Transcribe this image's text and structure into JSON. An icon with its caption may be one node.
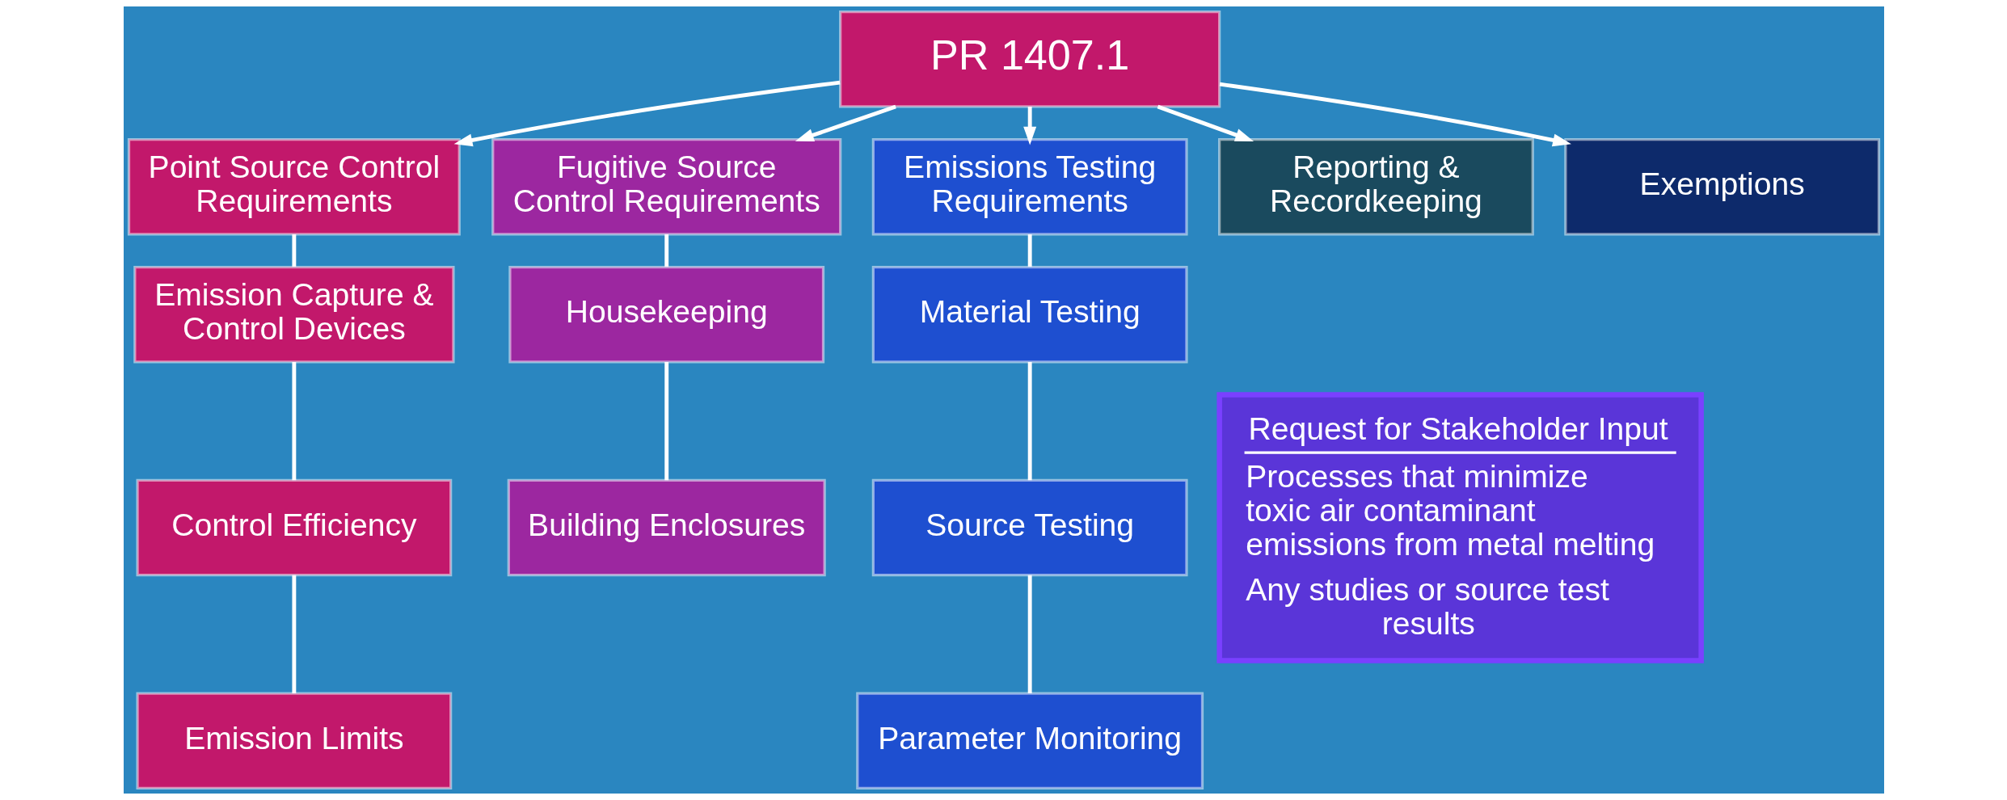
{
  "diagram": {
    "nodes": [
      {
        "text": [
          "PR 1407.1"
        ]
      },
      {
        "text": [
          "Point Source Control Requirements"
        ]
      },
      {
        "text": [
          "Fugitive Source Control Requirements"
        ]
      },
      {
        "text": [
          "Emissions Testing Requirements"
        ]
      },
      {
        "text": [
          "Reporting & Recordkeeping"
        ]
      },
      {
        "text": [
          "Exemptions"
        ]
      },
      {
        "text": [
          "Emission Capture & Control Devices"
        ]
      },
      {
        "text": [
          "Control Efficiency"
        ]
      },
      {
        "text": [
          "Emission Limits"
        ]
      },
      {
        "text": [
          "Housekeeping"
        ]
      },
      {
        "text": [
          "Building Enclosures"
        ]
      },
      {
        "text": [
          "Material Testing"
        ]
      },
      {
        "text": [
          "Source Testing"
        ]
      },
      {
        "text": [
          "Parameter Monitoring"
        ]
      },
      {
        "text": [
          "Request for Stakeholder Input",
          "Processes that minimize toxic air contaminant emissions from metal melting",
          "Any studies or source test results"
        ]
      }
    ],
    "edges": [
      {
        "from": 0,
        "to": 1,
        "arrow": "to"
      },
      {
        "from": 0,
        "to": 2,
        "arrow": "to"
      },
      {
        "from": 0,
        "to": 3,
        "arrow": "to"
      },
      {
        "from": 0,
        "to": 4,
        "arrow": "to"
      },
      {
        "from": 0,
        "to": 5,
        "arrow": "to"
      },
      {
        "from": 1,
        "to": 6,
        "arrow": "none"
      },
      {
        "from": 6,
        "to": 7,
        "arrow": "none"
      },
      {
        "from": 7,
        "to": 8,
        "arrow": "none"
      },
      {
        "from": 2,
        "to": 9,
        "arrow": "none"
      },
      {
        "from": 9,
        "to": 10,
        "arrow": "none"
      },
      {
        "from": 3,
        "to": 11,
        "arrow": "none"
      },
      {
        "from": 11,
        "to": 12,
        "arrow": "none"
      },
      {
        "from": 12,
        "to": 13,
        "arrow": "none"
      }
    ]
  }
}
